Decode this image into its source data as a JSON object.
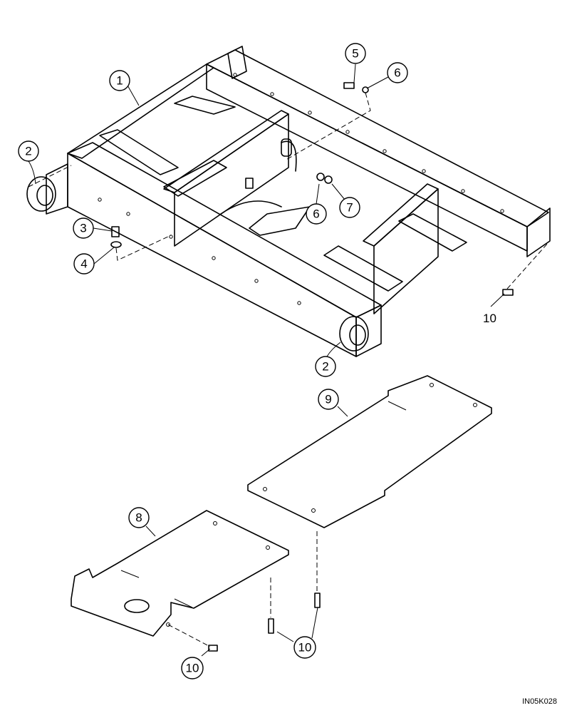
{
  "callouts": {
    "c1": "1",
    "c2a": "2",
    "c2b": "2",
    "c3": "3",
    "c4": "4",
    "c5": "5",
    "c6a": "6",
    "c6b": "6",
    "c7": "7",
    "c8": "8",
    "c9": "9",
    "c10a": "10",
    "c10b": "10",
    "c10c": "10"
  },
  "drawing_code": "IN05K028"
}
